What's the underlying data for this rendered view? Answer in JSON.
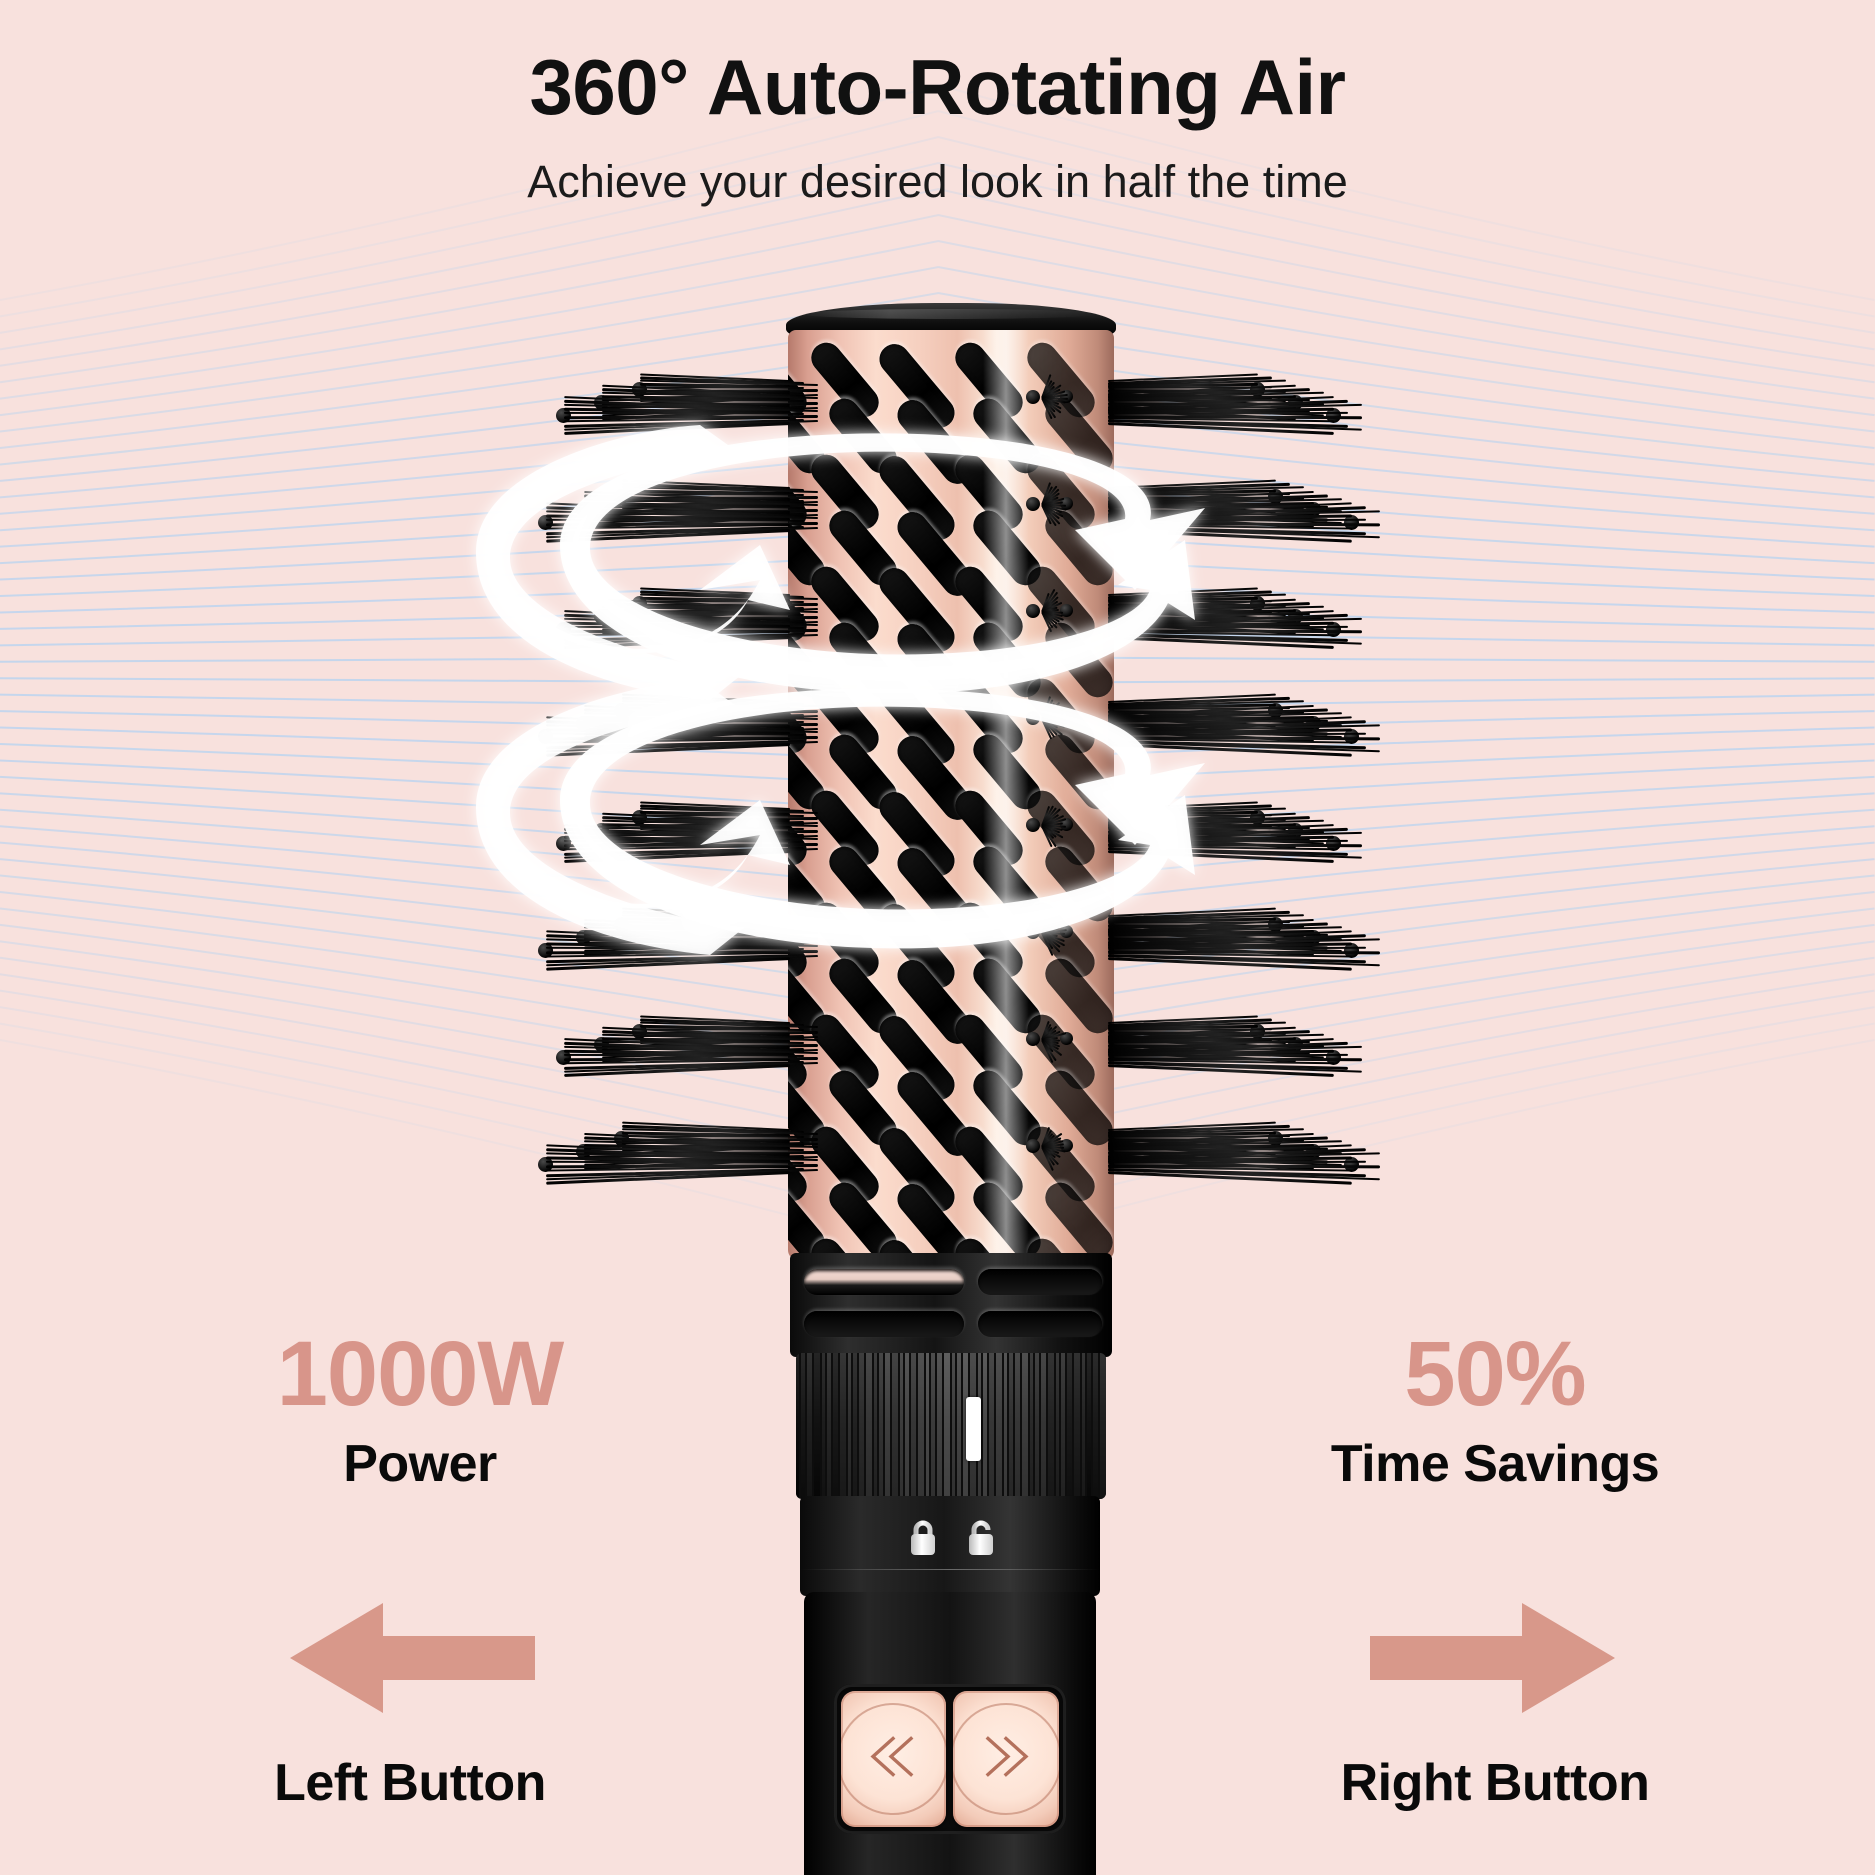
{
  "header": {
    "headline": "360° Auto-Rotating Air",
    "subheadline": "Achieve your desired look in half the time"
  },
  "stats": [
    {
      "id": "power",
      "value": "1000W",
      "label": "Power"
    },
    {
      "id": "time-savings",
      "value": "50%",
      "label": "Time Savings"
    }
  ],
  "callouts": [
    {
      "id": "left-button",
      "label": "Left Button",
      "arrow": "arrow-left-icon"
    },
    {
      "id": "right-button",
      "label": "Right Button",
      "arrow": "arrow-right-icon"
    }
  ],
  "product": {
    "name": "rotating-hot-air-brush",
    "parts": [
      "black-end-cap",
      "rose-gold-vented-barrel",
      "bristle-tufts",
      "black-air-vent-section",
      "ribbed-rotation-collar",
      "lock-indicator-band",
      "handle",
      "rotation-buttons"
    ],
    "indicators": {
      "position_marker": "white-indicator-bar",
      "lock_closed": "lock-closed-icon",
      "lock_open": "lock-open-icon"
    },
    "buttons": [
      {
        "id": "rotate-left",
        "icon": "double-chevron-left-icon"
      },
      {
        "id": "rotate-right",
        "icon": "double-chevron-right-icon"
      }
    ]
  },
  "graphics": {
    "rotation_swirls": [
      "swirl-arrow-upper",
      "swirl-arrow-lower"
    ],
    "airflow": "airflow-lines"
  },
  "colors": {
    "background": "#f8e1dd",
    "accent_rose": "#d8958a",
    "text_dark": "#0a0a0a",
    "rose_gold": "#f3cbb9",
    "airflow_blue": "#a8d0f5",
    "device_black": "#0d0d0d"
  }
}
